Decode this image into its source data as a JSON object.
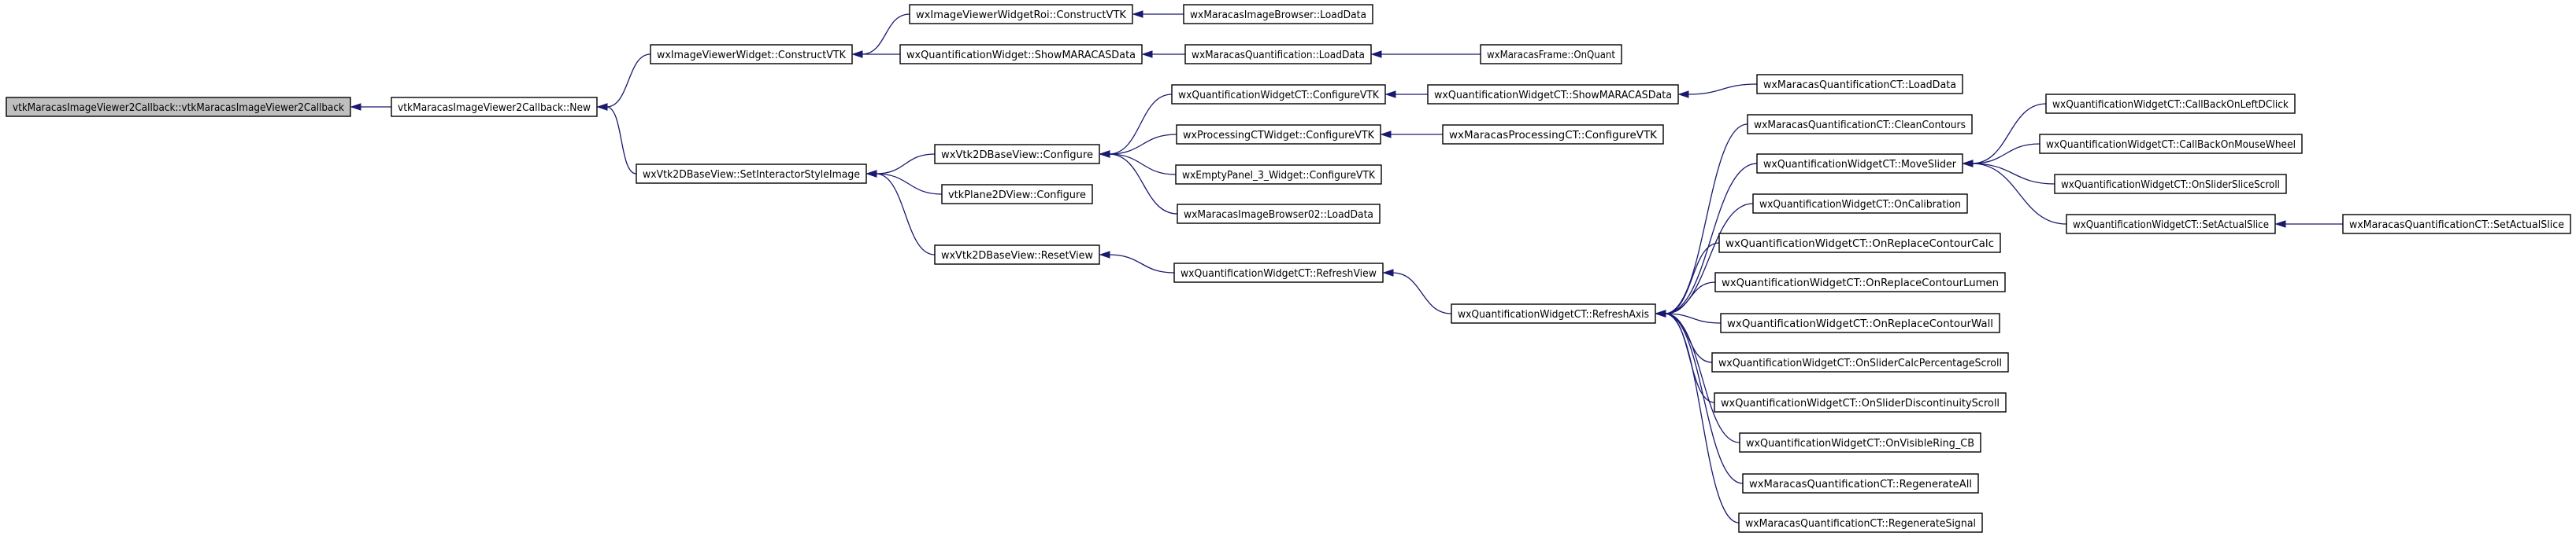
{
  "colors": {
    "edge": "#191970",
    "root_fill": "#bfbfbf",
    "node_fill": "#ffffff",
    "border": "#000000"
  },
  "nodes": {
    "root": "vtkMaracasImageViewer2Callback::vtkMaracasImageViewer2Callback",
    "new": "vtkMaracasImageViewer2Callback::New",
    "ivw_construct": "wxImageViewerWidget::ConstructVTK",
    "ivwroi_construct": "wxImageViewerWidgetRoi::ConstructVTK",
    "mib_loaddata": "wxMaracasImageBrowser::LoadData",
    "qw_show": "wxQuantificationWidget::ShowMARACASData",
    "mq_loaddata": "wxMaracasQuantification::LoadData",
    "mf_onquant": "wxMaracasFrame::OnQuant",
    "vtk2d_setinteractor": "wxVtk2DBaseView::SetInteractorStyleImage",
    "vtk2d_configure": "wxVtk2DBaseView::Configure",
    "plane2d_configure": "vtkPlane2DView::Configure",
    "vtk2d_reset": "wxVtk2DBaseView::ResetView",
    "qwct_configure": "wxQuantificationWidgetCT::ConfigureVTK",
    "qwct_show": "wxQuantificationWidgetCT::ShowMARACASData",
    "mqct_loaddata": "wxMaracasQuantificationCT::LoadData",
    "pct_configure": "wxProcessingCTWidget::ConfigureVTK",
    "mpct_configure": "wxMaracasProcessingCT::ConfigureVTK",
    "empty_configure": "wxEmptyPanel_3_Widget::ConfigureVTK",
    "mib02_loaddata": "wxMaracasImageBrowser02::LoadData",
    "qwct_refreshview": "wxQuantificationWidgetCT::RefreshView",
    "qwct_refreshaxis": "wxQuantificationWidgetCT::RefreshAxis",
    "mqct_clean": "wxMaracasQuantificationCT::CleanContours",
    "qwct_moveslider": "wxQuantificationWidgetCT::MoveSlider",
    "qwct_oncalibration": "wxQuantificationWidgetCT::OnCalibration",
    "qwct_onreplacecalc": "wxQuantificationWidgetCT::OnReplaceContourCalc",
    "qwct_onreplacelumen": "wxQuantificationWidgetCT::OnReplaceContourLumen",
    "qwct_onreplacewall": "wxQuantificationWidgetCT::OnReplaceContourWall",
    "qwct_onslidercalc": "wxQuantificationWidgetCT::OnSliderCalcPercentageScroll",
    "qwct_onsliderdisc": "wxQuantificationWidgetCT::OnSliderDiscontinuityScroll",
    "qwct_onvisible": "wxQuantificationWidgetCT::OnVisibleRing_CB",
    "mqct_regenall": "wxMaracasQuantificationCT::RegenerateAll",
    "mqct_regensignal": "wxMaracasQuantificationCT::RegenerateSignal",
    "qwct_leftdclick": "wxQuantificationWidgetCT::CallBackOnLeftDClick",
    "qwct_mousewheel": "wxQuantificationWidgetCT::CallBackOnMouseWheel",
    "qwct_onsliderslice": "wxQuantificationWidgetCT::OnSliderSliceScroll",
    "qwct_setactualslice": "wxQuantificationWidgetCT::SetActualSlice",
    "mqct_setactualslice": "wxMaracasQuantificationCT::SetActualSlice"
  }
}
